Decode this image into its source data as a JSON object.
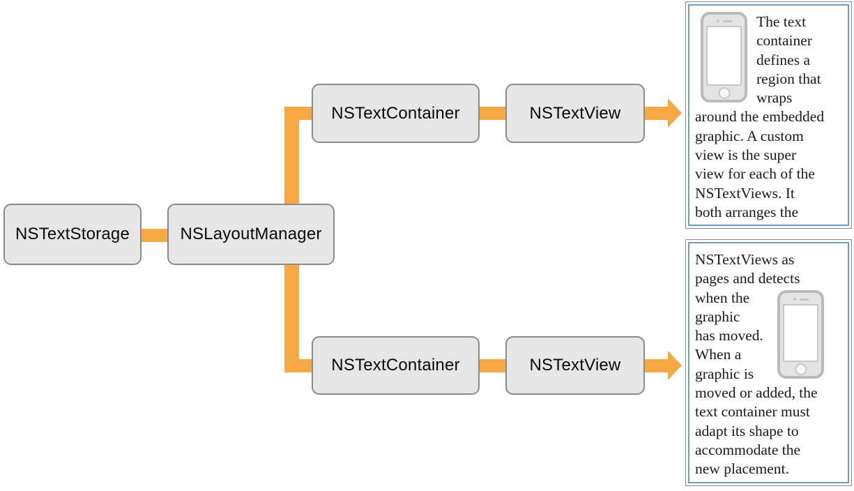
{
  "colors": {
    "connector": "#F6A843",
    "node_fill": "#E6E6E6",
    "node_border": "#8A8A8A",
    "panel_border": "#8B8B8B",
    "panel_inner_border": "#6E9DC0",
    "phone_fill": "#E4E4E4",
    "phone_border": "#BABABA",
    "phone_detail": "#C6C6C6"
  },
  "diagram": {
    "nodes": {
      "storage": "NSTextStorage",
      "layout": "NSLayoutManager",
      "container_top": "NSTextContainer",
      "view_top": "NSTextView",
      "container_bottom": "NSTextContainer",
      "view_bottom": "NSTextView"
    },
    "icons": {
      "embedded_graphic": "iphone-icon"
    }
  },
  "panels": {
    "top": {
      "lines": [
        "The text",
        "container",
        "defines a",
        "region that",
        "wraps",
        "around the embedded",
        "graphic. A custom",
        "view is the super",
        "view for each of the",
        "NSTextViews. It",
        "both arranges the"
      ]
    },
    "bottom": {
      "lines": [
        "NSTextViews as",
        "pages and detects",
        "when the",
        "graphic",
        "has moved.",
        "When a",
        "graphic is",
        "moved or added, the",
        "text container must",
        "adapt its shape to",
        "accommodate the",
        "new placement."
      ]
    }
  }
}
